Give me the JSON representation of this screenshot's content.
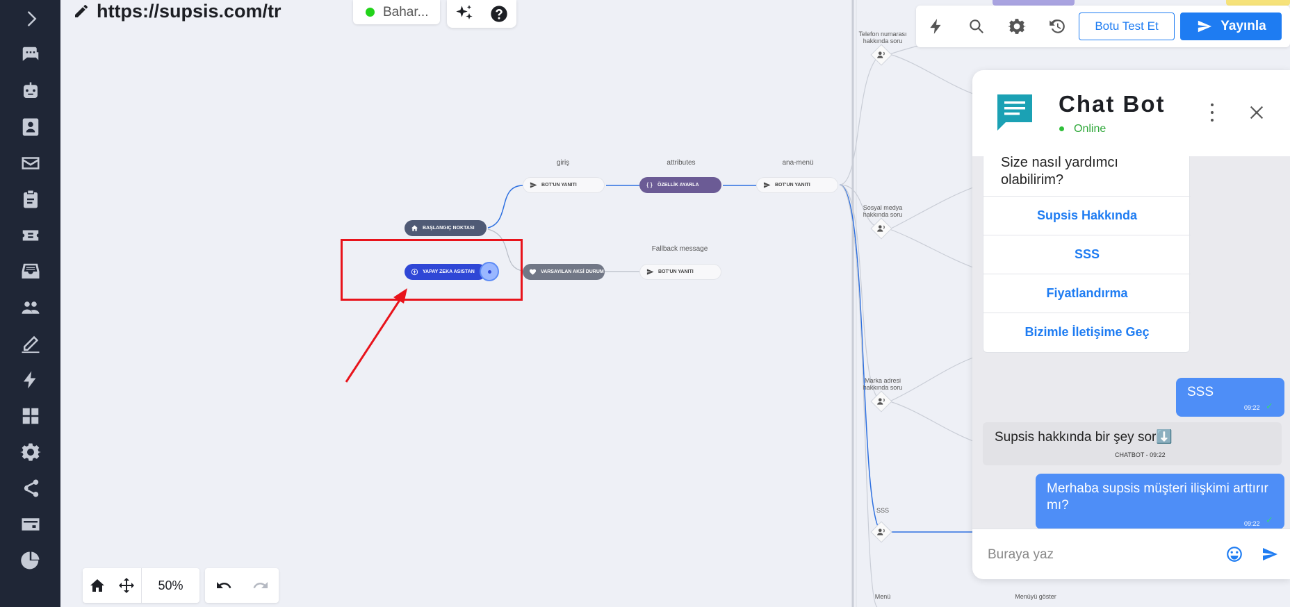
{
  "header": {
    "url": "https://supsis.com/tr",
    "env_label": "Bahar...",
    "env_color": "#22d31a"
  },
  "sidebar": {
    "items": [
      "expand-chevron",
      "chat-bubbles",
      "bot",
      "contacts",
      "mail",
      "forms",
      "tickets",
      "inbox",
      "team",
      "edit",
      "automation",
      "dashboard",
      "settings",
      "share",
      "billing",
      "reports"
    ]
  },
  "flow": {
    "nodes": {
      "start": "BAŞLANGIÇ NOKTASI",
      "ai_assistant": "YAPAY ZEKA ASISTAN",
      "bot_reply_1": "BOT'UN YANITI",
      "set_attribute": "ÖZELLİK AYARLA",
      "bot_reply_2": "BOT'UN YANITI",
      "default_fallback": "VARSAYILAN AKSİ DURUM",
      "bot_reply_3": "BOT'UN YANITI"
    },
    "labels": {
      "giris": "giriş",
      "attributes": "attributes",
      "ana_menu": "ana-menü",
      "fallback": "Fallback message",
      "telefon": "Telefon numarası hakkında soru",
      "sosyal": "Sosyal medya hakkında soru",
      "marka": "Marka adresi hakkında soru",
      "sss": "SSS",
      "menu": "Menü",
      "menuyu_goster": "Menüyü göster"
    }
  },
  "toolbar": {
    "test_label": "Botu Test Et",
    "publish_label": "Yayınla",
    "accent": "#1e7cf2"
  },
  "chat": {
    "title": "Chat Bot",
    "status": "Online",
    "menu_question": "Size nasıl yardımcı olabilirim?",
    "options": [
      "Supsis Hakkında",
      "SSS",
      "Fiyatlandırma",
      "Bizimle İletişime Geç"
    ],
    "messages": [
      {
        "from": "user",
        "text": "SSS",
        "time": "09:22"
      },
      {
        "from": "bot",
        "text": "Supsis  hakkında bir şey sor⬇️",
        "meta": "CHATBOT - 09:22"
      },
      {
        "from": "user",
        "text": "Merhaba supsis müşteri ilişkimi arttırır mı?",
        "time": "09:22"
      }
    ],
    "input_placeholder": "Buraya yaz",
    "check_mark": "✓"
  },
  "controls": {
    "zoom": "50%"
  }
}
